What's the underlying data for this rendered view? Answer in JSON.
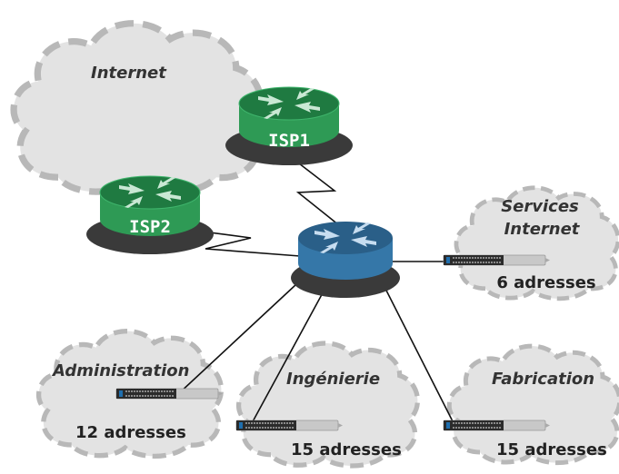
{
  "networks": {
    "internet": {
      "label": "Internet"
    },
    "services": {
      "label_line1": "Services",
      "label_line2": "Internet",
      "count": "6 adresses"
    },
    "administration": {
      "label": "Administration",
      "count": "12 adresses"
    },
    "ingenierie": {
      "label": "Ingénierie",
      "count": "15 adresses"
    },
    "fabrication": {
      "label": "Fabrication",
      "count": "15 adresses"
    }
  },
  "routers": {
    "isp1": {
      "label": "ISP1",
      "color": "#2e9a55"
    },
    "isp2": {
      "label": "ISP2",
      "color": "#2e9a55"
    },
    "core": {
      "label": "",
      "color": "#3577a8"
    }
  },
  "colors": {
    "cloud_fill": "#e3e3e3",
    "cloud_stroke": "#b8b8b8",
    "router_green": "#2e9a55",
    "router_blue": "#3577a8",
    "shadow": "#3a3a3a"
  }
}
